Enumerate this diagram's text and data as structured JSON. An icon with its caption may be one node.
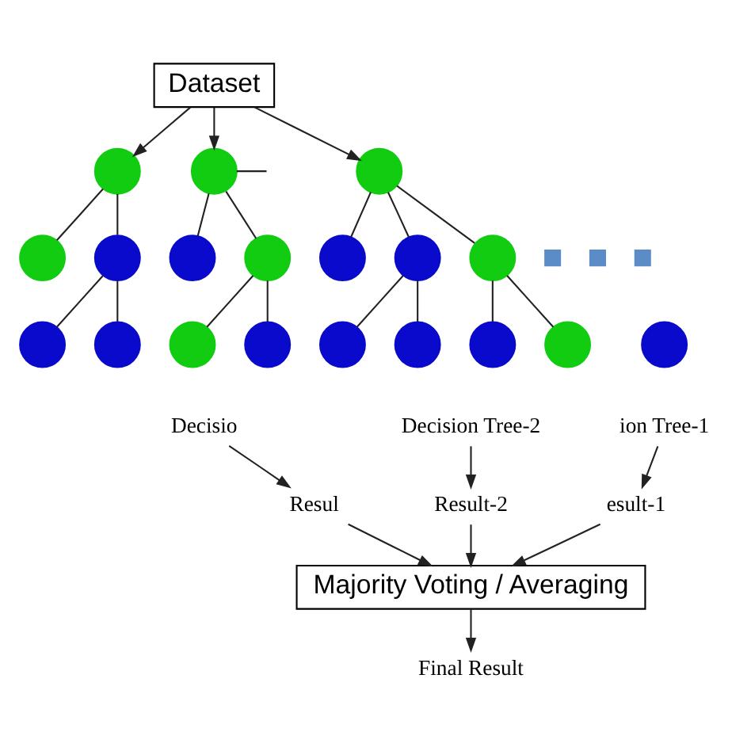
{
  "diagram": {
    "nodes": [
      {
        "text": [
          "Dataset"
        ]
      },
      {
        "text": [],
        "shape": "circle"
      },
      {
        "text": [],
        "shape": "circle"
      },
      {
        "text": [],
        "shape": "circle"
      },
      {
        "text": [],
        "shape": "circle"
      },
      {
        "text": [],
        "shape": "circle"
      },
      {
        "text": [],
        "shape": "circle"
      },
      {
        "text": [],
        "shape": "circle"
      },
      {
        "text": [],
        "shape": "circle"
      },
      {
        "text": [],
        "shape": "circle"
      },
      {
        "text": [],
        "shape": "circle"
      },
      {
        "text": [],
        "shape": "circle"
      },
      {
        "text": [],
        "shape": "circle"
      },
      {
        "text": [],
        "shape": "circle"
      },
      {
        "text": [],
        "shape": "circle"
      },
      {
        "text": [],
        "shape": "circle"
      },
      {
        "text": [],
        "shape": "circle"
      },
      {
        "text": [],
        "shape": "circle"
      },
      {
        "text": [],
        "shape": "circle"
      },
      {
        "text": [],
        "shape": "circle"
      },
      {
        "text": [
          "ion Tree-1"
        ]
      },
      {
        "text": [
          "Decision Tree-2"
        ]
      },
      {
        "text": [
          "Decisio"
        ]
      },
      {
        "text": [
          "esult-1"
        ]
      },
      {
        "text": [
          "Result-2"
        ]
      },
      {
        "text": [
          "Resul"
        ]
      },
      {
        "text": [
          "Majority Voting / Averaging"
        ]
      },
      {
        "text": [
          "Final Result"
        ]
      }
    ],
    "edges": [
      {
        "from": 0,
        "to": 1,
        "arrow": "to"
      },
      {
        "from": 0,
        "to": 7,
        "arrow": "to"
      },
      {
        "from": 0,
        "to": 15,
        "arrow": "to"
      },
      {
        "from": 1,
        "to": null,
        "arrow": "none"
      },
      {
        "from": 1,
        "to": 2,
        "arrow": "none"
      },
      {
        "from": 1,
        "to": 3,
        "arrow": "none"
      },
      {
        "from": 3,
        "to": 5,
        "arrow": "none"
      },
      {
        "from": 3,
        "to": 6,
        "arrow": "none"
      },
      {
        "from": 7,
        "to": 8,
        "arrow": "none"
      },
      {
        "from": 7,
        "to": 9,
        "arrow": "none"
      },
      {
        "from": 7,
        "to": 10,
        "arrow": "none"
      },
      {
        "from": 8,
        "to": 11,
        "arrow": "none"
      },
      {
        "from": 8,
        "to": 12,
        "arrow": "none"
      },
      {
        "from": 10,
        "to": 13,
        "arrow": "none"
      },
      {
        "from": 10,
        "to": 14,
        "arrow": "none"
      },
      {
        "from": 15,
        "to": 16,
        "arrow": "none"
      },
      {
        "from": 15,
        "to": 17,
        "arrow": "none"
      },
      {
        "from": 16,
        "to": 18,
        "arrow": "none"
      },
      {
        "from": 16,
        "to": 19,
        "arrow": "none"
      },
      {
        "from": 20,
        "to": 23,
        "arrow": "to"
      },
      {
        "from": 21,
        "to": 24,
        "arrow": "to"
      },
      {
        "from": 22,
        "to": 25,
        "arrow": "to"
      },
      {
        "from": 23,
        "to": 26,
        "arrow": "to"
      },
      {
        "from": 24,
        "to": 26,
        "arrow": "to"
      },
      {
        "from": 25,
        "to": 26,
        "arrow": "to"
      },
      {
        "from": 26,
        "to": 27,
        "arrow": "to"
      }
    ]
  }
}
